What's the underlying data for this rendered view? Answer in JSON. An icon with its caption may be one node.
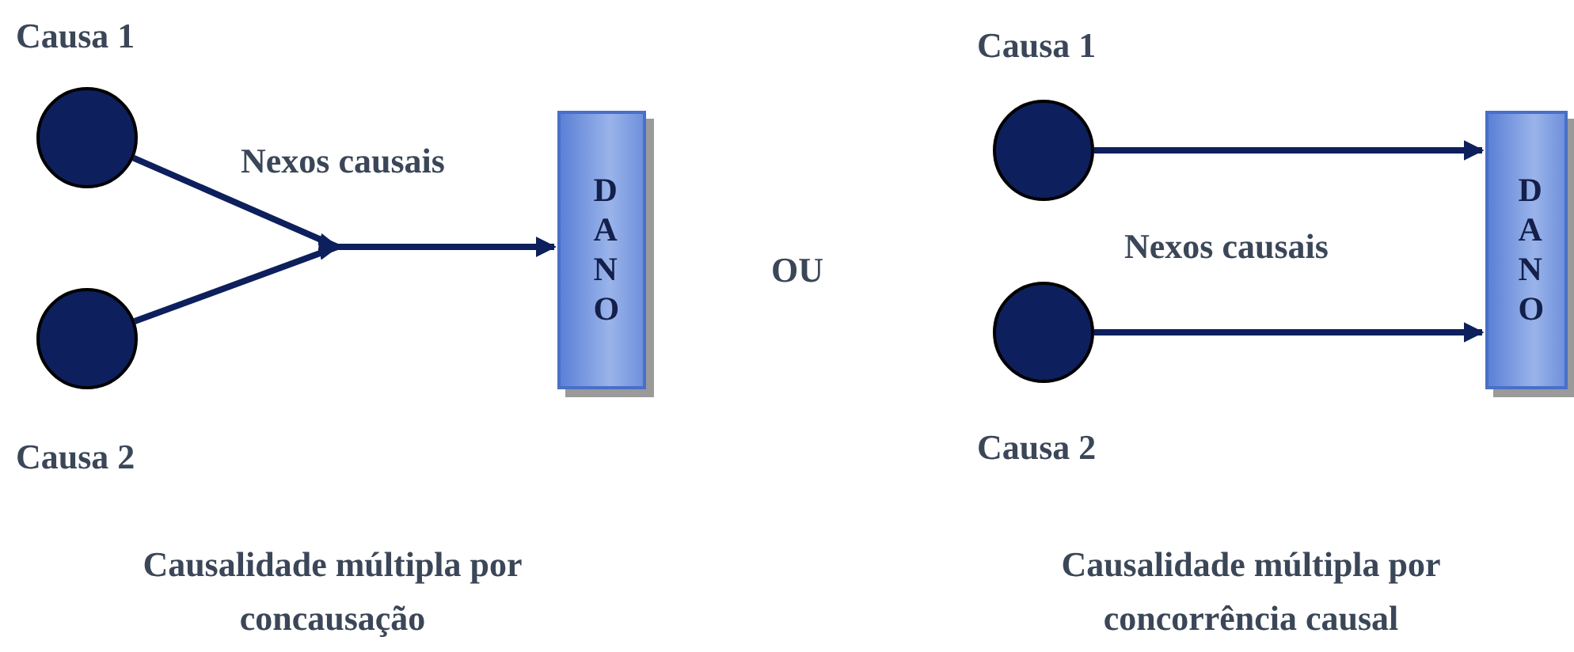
{
  "diagram": {
    "nodes": [
      {
        "text": [],
        "shape": "circle",
        "beside": [
          "Causa 1"
        ]
      },
      {
        "text": [],
        "shape": "circle",
        "beside": [
          "Causa 2"
        ]
      },
      {
        "text": [
          "D A N O"
        ]
      },
      {
        "text": [],
        "shape": "circle",
        "beside": [
          "Causa 1"
        ]
      },
      {
        "text": [],
        "shape": "circle",
        "beside": [
          "Causa 2"
        ]
      },
      {
        "text": [
          "D A N O"
        ]
      }
    ],
    "edges": [
      {
        "from": 0,
        "to": 2,
        "arrow": "to"
      },
      {
        "from": 1,
        "to": 2,
        "arrow": "to"
      },
      {
        "from": 3,
        "to": 5,
        "arrow": "to"
      },
      {
        "from": 4,
        "to": 5,
        "arrow": "to"
      }
    ],
    "labels": [
      "Nexos causais",
      "OU",
      "Nexos causais",
      "Causalidade múltipla por concausação",
      "Causalidade múltipla por concorrência causal"
    ]
  }
}
